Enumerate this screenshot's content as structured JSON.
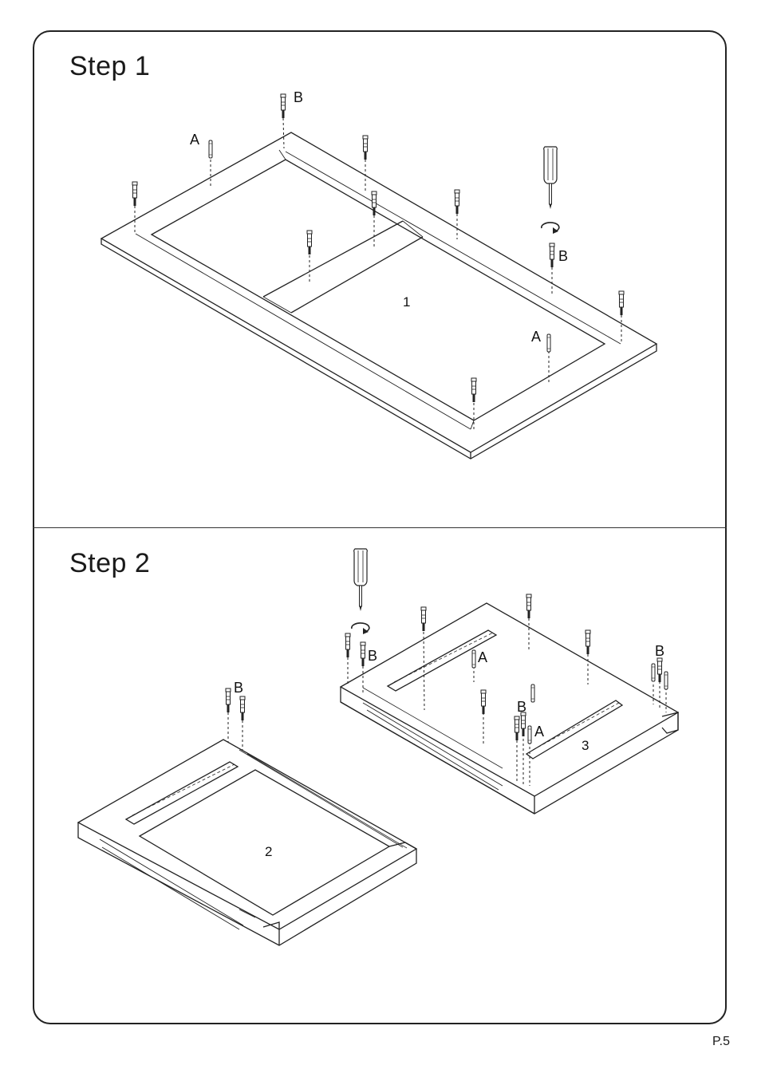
{
  "steps": [
    {
      "title": "Step  1",
      "labels": {
        "A_left": "A",
        "B_top": "B",
        "B_right": "B",
        "A_right": "A"
      },
      "part": "1"
    },
    {
      "title": "Step  2",
      "labels": {
        "B_left": "B",
        "B_mid": "B",
        "A_mid": "A",
        "B_right": "B",
        "B_low": "B",
        "A_low": "A"
      },
      "parts": [
        "2",
        "3"
      ]
    }
  ],
  "page_number": "P.5",
  "colors": {
    "line": "#222222",
    "background": "#ffffff"
  },
  "icons": [
    "screwdriver-icon",
    "rotate-arrow-icon",
    "dowel-pin-icon",
    "cam-bolt-icon"
  ]
}
